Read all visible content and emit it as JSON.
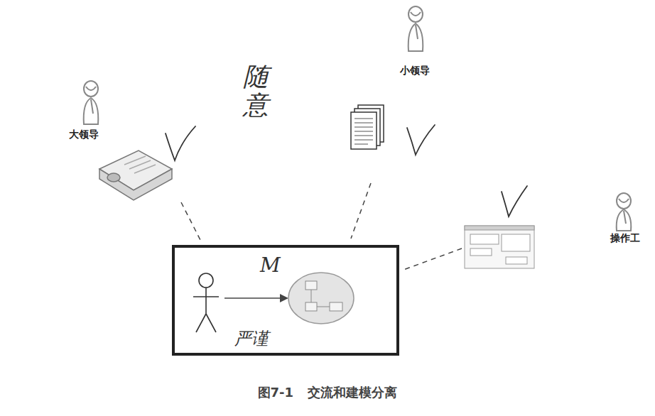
{
  "diagram": {
    "caption": "图7-1 交流和建模分离",
    "nodes": [
      {
        "text": [
          "M",
          "严谨"
        ]
      }
    ],
    "labels": [
      "大领导",
      "随意",
      "小领导",
      "操作工"
    ]
  }
}
